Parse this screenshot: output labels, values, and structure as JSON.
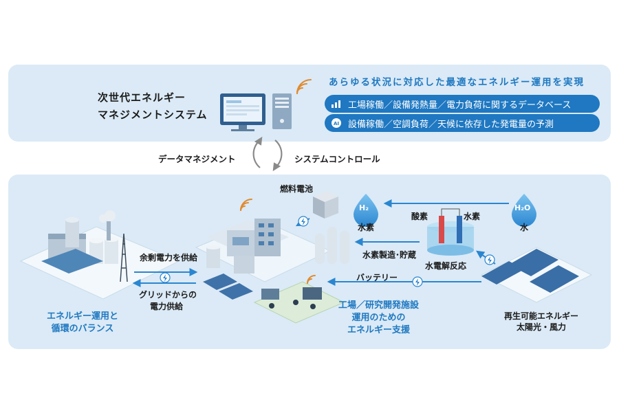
{
  "system_title": [
    "次世代エネルギー",
    "マネジメントシステム"
  ],
  "headline": "あらゆる状況に対応した最適なエネルギー運用を実現",
  "features": [
    {
      "icon": "bar-chart-icon",
      "text": "工場稼働／設備発熱量／電力負荷に関するデータベース"
    },
    {
      "icon": "ai-icon",
      "text": "設備稼働／空調負荷／天候に依存した発電量の予測"
    }
  ],
  "cycle_labels": {
    "left": "データマネジメント",
    "right": "システムコントロール"
  },
  "nodes": {
    "fuel_cell": "燃料電池",
    "h2_label": "H₂",
    "hydrogen": "水素",
    "h2o_label": "H₂O",
    "water": "水",
    "oxygen": "酸素",
    "hydrogen_electrode": "水素",
    "electrolysis": "水電解反応",
    "production_storage": "水素製造･貯蔵",
    "battery": "バッテリー",
    "surplus": "余剰電力を供給",
    "grid": [
      "グリッドからの",
      "電力供給"
    ],
    "balance": [
      "エネルギー運用と",
      "循環のバランス"
    ],
    "support": [
      "工場／研究開発施設",
      "運用のための",
      "エネルギー支援"
    ],
    "renewable": [
      "再生可能エネルギー",
      "太陽光・風力"
    ]
  },
  "colors": {
    "accent": "#1f78c1",
    "panel": "#dbeaf6",
    "arrow": "#2a86d0"
  }
}
